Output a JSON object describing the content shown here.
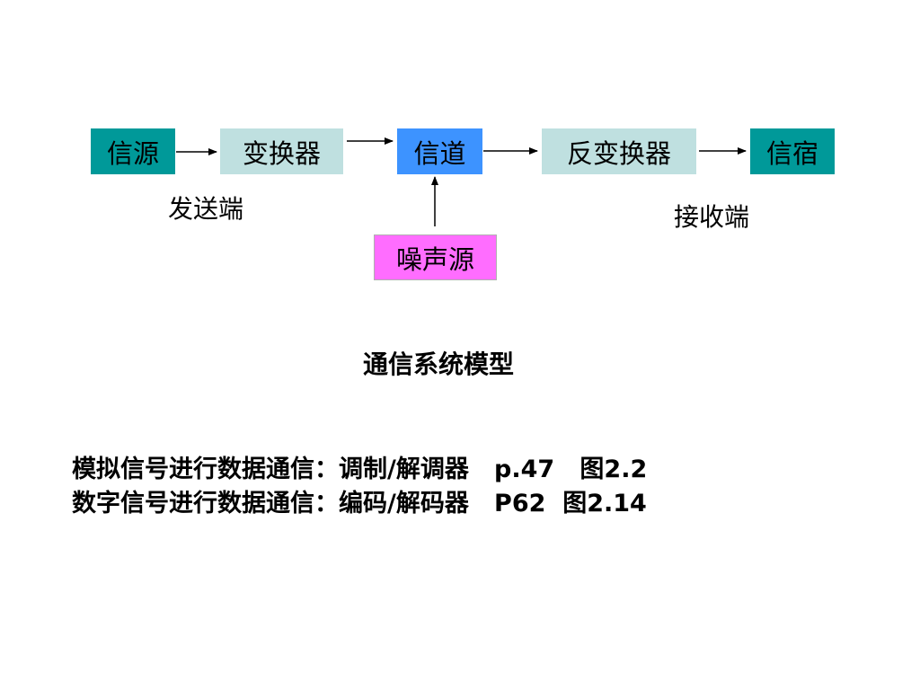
{
  "diagram": {
    "nodes": {
      "source": "信源",
      "transducer": "变换器",
      "channel": "信道",
      "inverse_transducer": "反变换器",
      "sink": "信宿",
      "noise": "噪声源"
    },
    "labels": {
      "sender": "发送端",
      "receiver": "接收端"
    },
    "colors": {
      "source": "#009999",
      "transducer": "#bfe0e0",
      "channel": "#3d93ff",
      "inverse_transducer": "#bfe0e0",
      "sink": "#009999",
      "noise": "#ff6dff"
    }
  },
  "caption": "通信系统模型",
  "notes": [
    "模拟信号进行数据通信：调制/解调器   p.47   图2.2",
    "数字信号进行数据通信：编码/解码器   P62  图2.14"
  ]
}
